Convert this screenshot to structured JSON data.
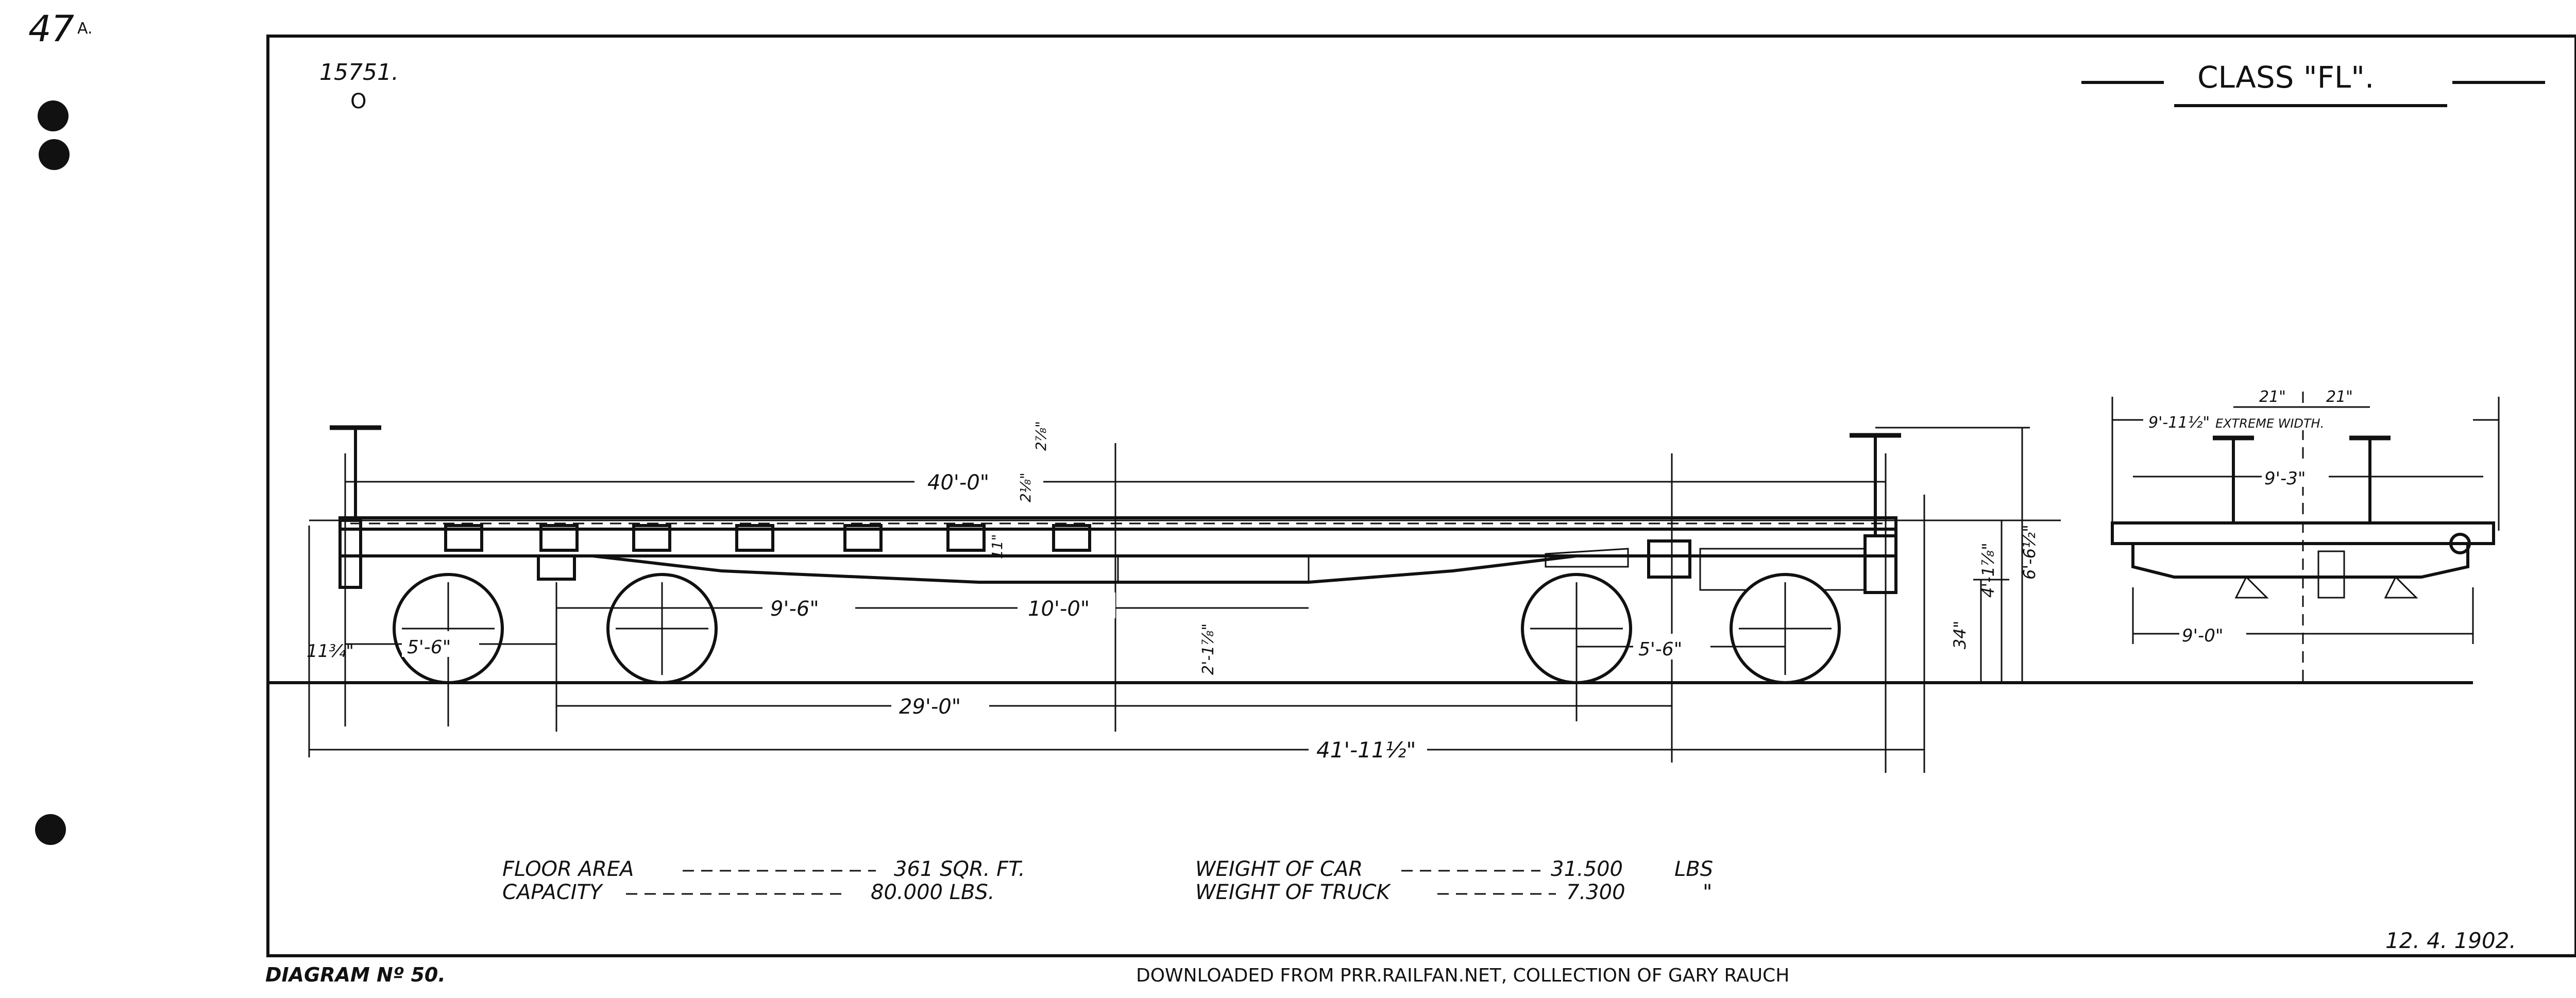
{
  "sheet": {
    "sheet_number": "47",
    "sheet_suffix": "A.",
    "drawing_number": "15751.",
    "drawing_number_mark": "O",
    "class_title": "CLASS \"FL\".",
    "date": "12. 4. 1902.",
    "diagram_label": "DIAGRAM Nº 50.",
    "credit": "DOWNLOADED FROM PRR.RAILFAN.NET, COLLECTION OF GARY RAUCH"
  },
  "side_elevation": {
    "dimensions": {
      "body_length": "40'-0\"",
      "axle_to_center": "9'-6\"",
      "center_offset": "10'-0\"",
      "truck_wheelbase_left": "5'-6\"",
      "truck_wheelbase_right": "5'-6\"",
      "truck_centers": "29'-0\"",
      "over_couplers": "41'-11½\"",
      "end_overhang": "11¾\"",
      "sill_depth": "11\"",
      "deck_thickness": "2⅛\"",
      "deck_offset": "2⅞\"",
      "center_sill_height": "2'-1⅞\"",
      "coupler_height": "34\"",
      "deck_height": "4'-1⅞\"",
      "brake_wheel_height": "6'-6½\""
    }
  },
  "end_elevation": {
    "dimensions": {
      "extreme_width_value": "9'-11½\"",
      "extreme_width_label": "EXTREME WIDTH.",
      "brake_offset_left": "21\"",
      "brake_offset_right": "21\"",
      "deck_width": "9'-3\"",
      "truck_width": "9'-0\""
    }
  },
  "specifications": {
    "floor_area_label": "FLOOR AREA",
    "floor_area_value": "361 SQR. FT.",
    "capacity_label": "CAPACITY",
    "capacity_value": "80.000 LBS.",
    "weight_car_label": "WEIGHT OF CAR",
    "weight_car_value": "31.500",
    "weight_car_unit": "LBS",
    "weight_truck_label": "WEIGHT OF TRUCK",
    "weight_truck_value": "7.300",
    "weight_truck_unit": "\""
  }
}
